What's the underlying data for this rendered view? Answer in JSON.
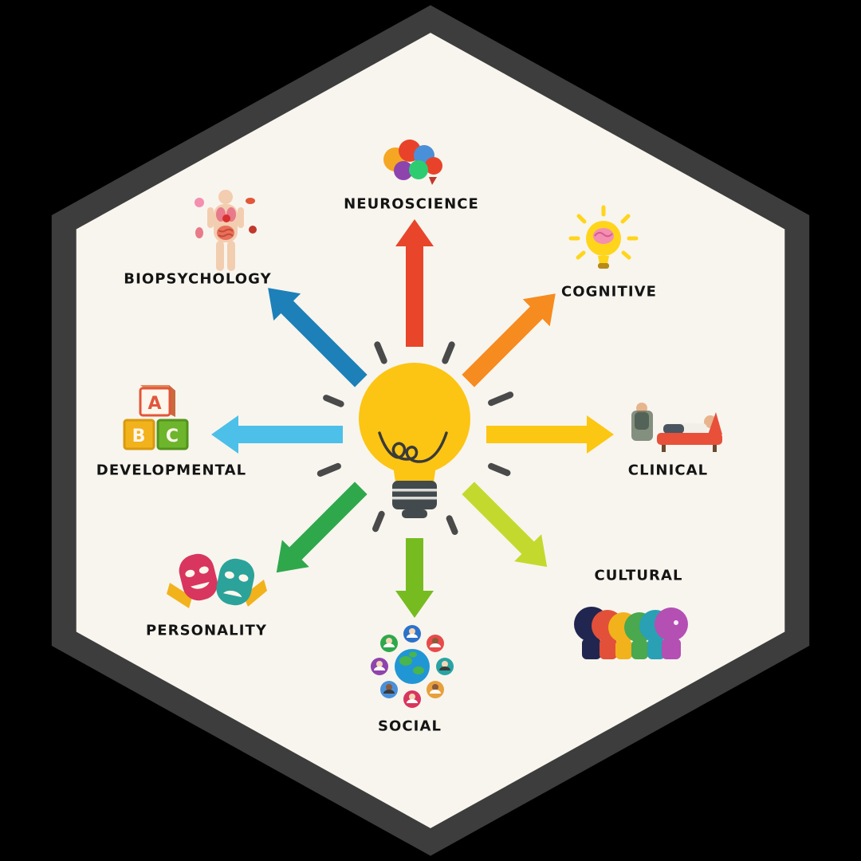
{
  "colors": {
    "background": "#000000",
    "hex_border": "#3d3d3d",
    "hex_fill": "#f8f5ee",
    "bulb": "#fcc513",
    "bulb_base": "#434a4d",
    "dash": "#4a4a4a",
    "label_text": "#141414"
  },
  "center": {
    "icon": "lightbulb-icon"
  },
  "spokes": [
    {
      "label": "NEUROSCIENCE",
      "color": "#e8452a",
      "direction": "up",
      "icon": "brain-icon"
    },
    {
      "label": "COGNITIVE",
      "color": "#f68b1f",
      "direction": "up-right",
      "icon": "lightbulb-brain-icon"
    },
    {
      "label": "CLINICAL",
      "color": "#fcc713",
      "direction": "right",
      "icon": "therapy-couch-icon"
    },
    {
      "label": "CULTURAL",
      "color": "#c4d92e",
      "direction": "down-right",
      "icon": "diverse-faces-icon"
    },
    {
      "label": "SOCIAL",
      "color": "#76bc21",
      "direction": "down",
      "icon": "globe-people-icon"
    },
    {
      "label": "PERSONALITY",
      "color": "#2fa84c",
      "direction": "down-left",
      "icon": "theater-masks-icon"
    },
    {
      "label": "DEVELOPMENTAL",
      "color": "#4cc0e8",
      "direction": "left",
      "icon": "abc-blocks-icon"
    },
    {
      "label": "BIOPSYCHOLOGY",
      "color": "#1d80b8",
      "direction": "up-left",
      "icon": "anatomy-icon"
    }
  ],
  "blocks_letters": {
    "a": "A",
    "b": "B",
    "c": "C"
  }
}
